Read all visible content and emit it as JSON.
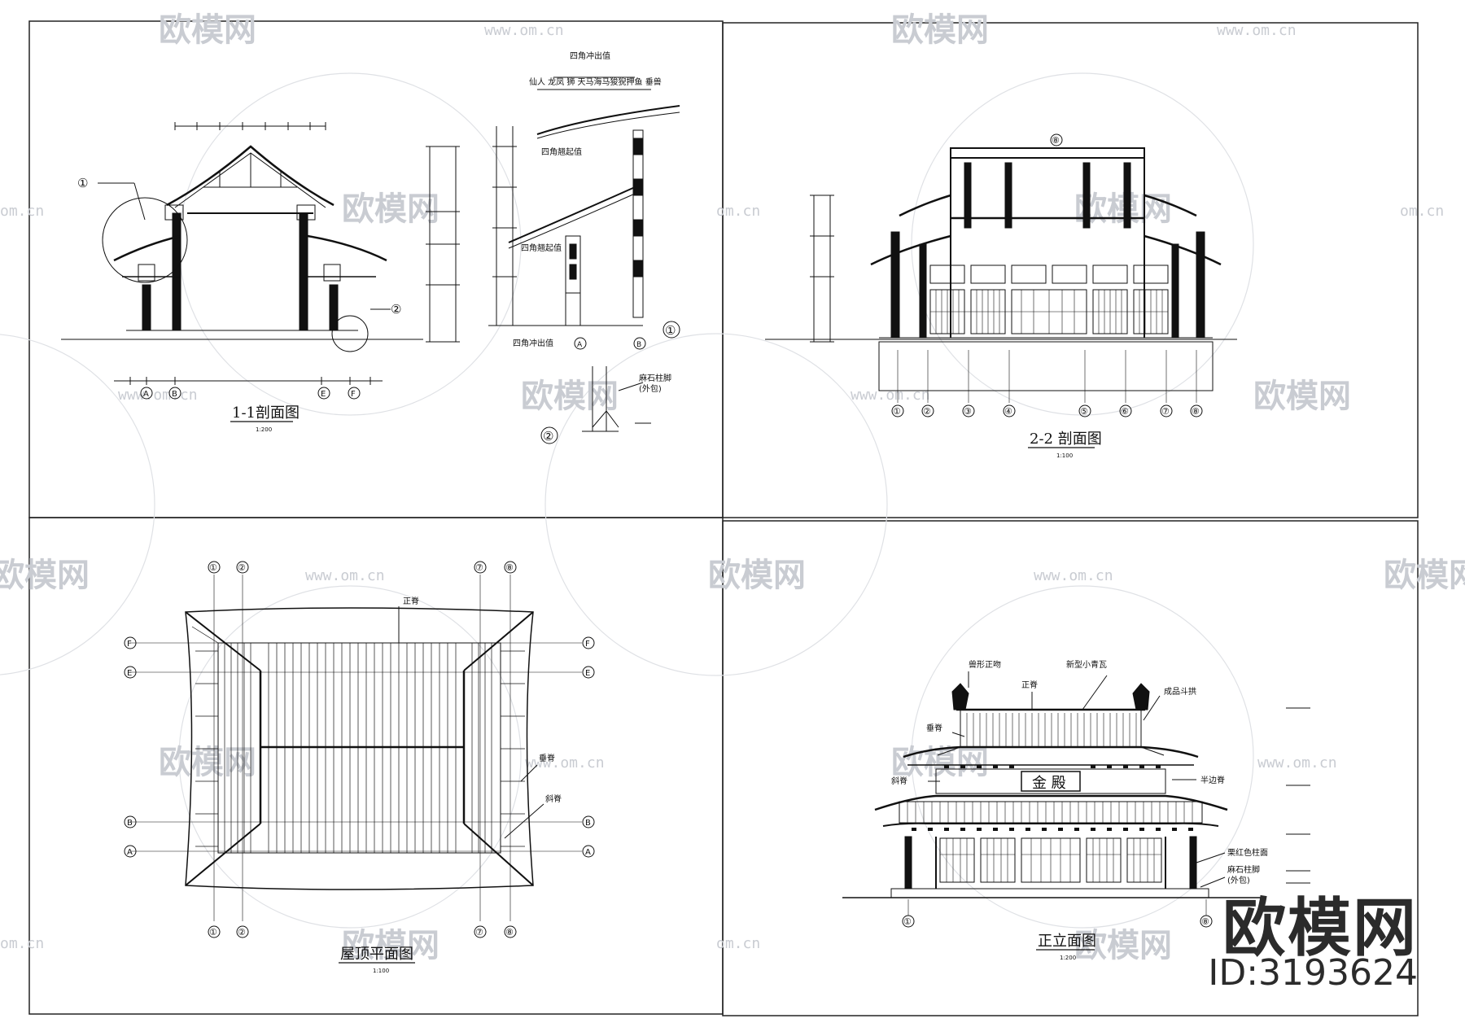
{
  "watermark": {
    "brand": "欧模网",
    "url": "www.om.cn",
    "url_short": "om.cn"
  },
  "sheets": {
    "section_1": {
      "title": "1-1剖面图",
      "scale": "1:200",
      "detail_1_top_label": "四角冲出值",
      "detail_1_ridge_labels": "仙人 龙凤 狮 天马海马狻猊押鱼 垂兽",
      "detail_1_label_a": "四角翘起值",
      "detail_1_label_b": "四角翘起值",
      "detail_1_label_c": "四角冲出值",
      "detail_1_marker": "①",
      "detail_2_label": "麻石柱脚",
      "detail_2_sub": "(外包)",
      "detail_2_marker": "②",
      "callout_1": "①",
      "callout_2": "②",
      "axes": [
        "A",
        "B",
        "E",
        "F"
      ],
      "axes_detail": [
        "A",
        "B"
      ]
    },
    "section_2": {
      "title": "2-2 剖面图",
      "scale": "1:100",
      "axes": [
        "①",
        "②",
        "③",
        "④",
        "⑤",
        "⑥",
        "⑦",
        "⑧"
      ],
      "top_marker": "⑧"
    },
    "roof_plan": {
      "title": "屋顶平面图",
      "scale": "1:100",
      "label_ridge": "正脊",
      "label_vertical": "垂脊",
      "label_hip": "斜脊",
      "axes_cols": [
        "①",
        "②",
        "⑦",
        "⑧"
      ],
      "axes_rows": [
        "F",
        "E",
        "B",
        "A"
      ]
    },
    "front_elevation": {
      "title": "正立面图",
      "scale": "1:200",
      "plaque": "金 殿",
      "label_beast": "兽形正吻",
      "label_tile": "新型小青瓦",
      "label_ridge": "正脊",
      "label_vertical": "垂脊",
      "label_hip": "斜脊",
      "label_bracket": "成品斗拱",
      "label_half": "半边脊",
      "label_column": "栗红色柱面",
      "label_base": "麻石柱脚",
      "label_base_sub": "(外包)",
      "axes": [
        "①",
        "⑧"
      ]
    }
  },
  "brand_footer": {
    "name": "欧模网",
    "id": "ID:3193624"
  },
  "colors": {
    "line": "#111111",
    "watermark": "#c9ccd2",
    "frame": "#222222"
  }
}
